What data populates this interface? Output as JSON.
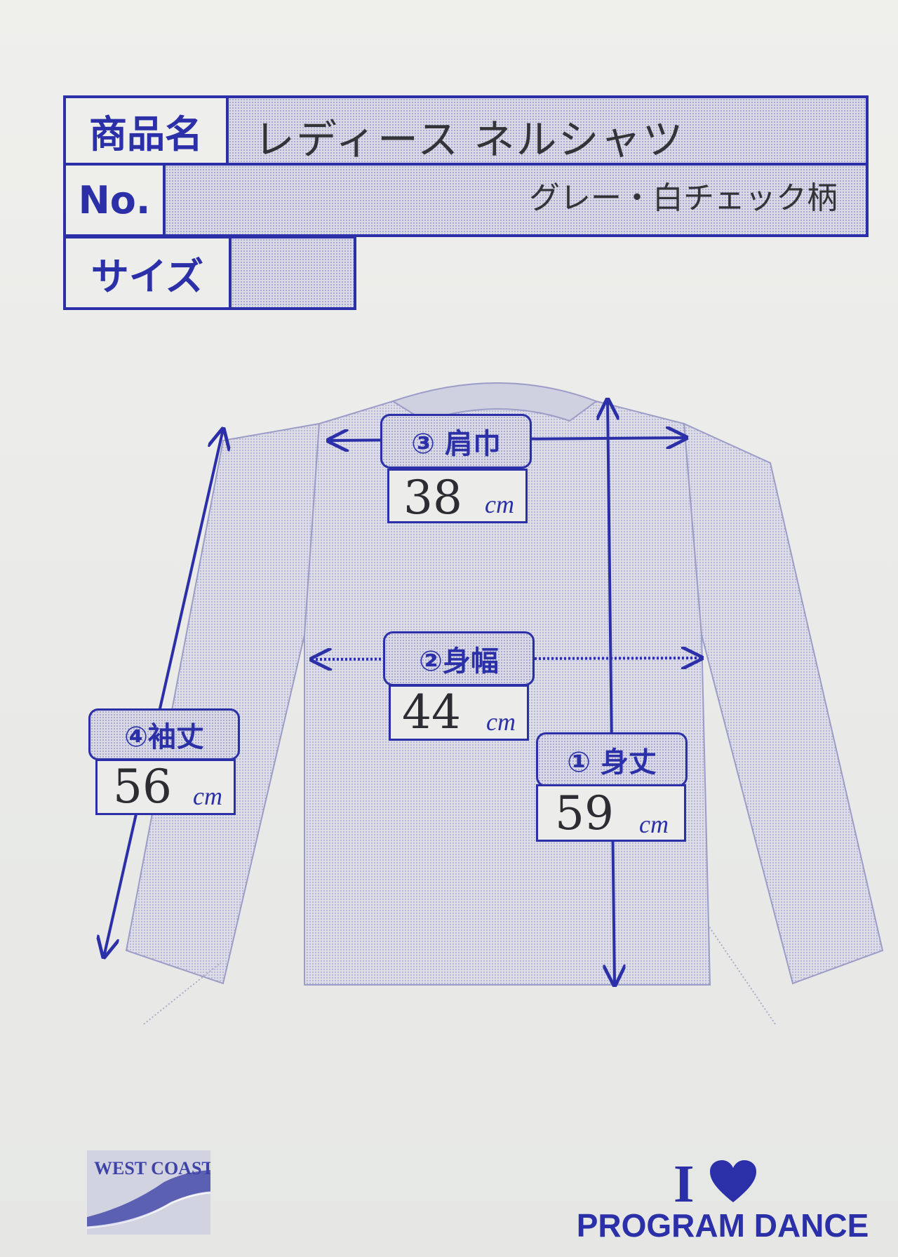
{
  "header": {
    "product_name_label": "商品名",
    "product_name_value": "レディース ネルシャツ",
    "number_label": "No.",
    "number_value": "グレー・白チェック柄",
    "size_label": "サイズ",
    "size_value": ""
  },
  "measurements": {
    "shoulder": {
      "label": "③ 肩巾",
      "value": "38",
      "unit": "cm"
    },
    "body_width": {
      "label": "②身幅",
      "value": "44",
      "unit": "cm"
    },
    "sleeve": {
      "label": "④袖丈",
      "value": "56",
      "unit": "cm"
    },
    "length": {
      "label": "① 身丈",
      "value": "59",
      "unit": "cm"
    }
  },
  "logos": {
    "left_logo": "WEST COAST",
    "right_logo_i": "I",
    "right_logo_text": "PROGRAM DANCE"
  },
  "colors": {
    "ink_blue": "#2b2fa8",
    "paper": "#ececea",
    "handwriting": "#333338"
  }
}
